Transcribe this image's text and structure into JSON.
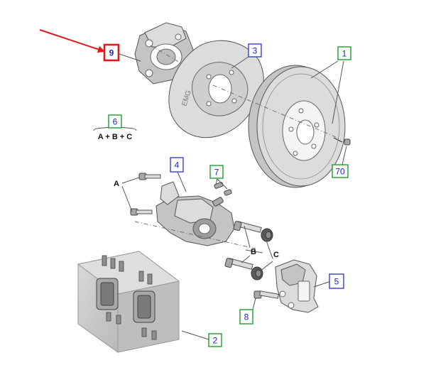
{
  "callouts": {
    "c9": "9",
    "c3": "3",
    "c1": "1",
    "c6": "6",
    "c70": "70",
    "c4": "4",
    "c7": "7",
    "c5": "5",
    "c8": "8",
    "c2": "2"
  },
  "group_formula": "A + B + C",
  "group_letters": {
    "a": "A",
    "b": "B",
    "c": "C"
  },
  "disc_embossed_text": "EMG",
  "colors": {
    "highlight_arrow": "#e0191f",
    "callout_green": "#1f9e2f",
    "callout_blue": "#3a3fc4",
    "callout_text": "#1c28b8"
  }
}
